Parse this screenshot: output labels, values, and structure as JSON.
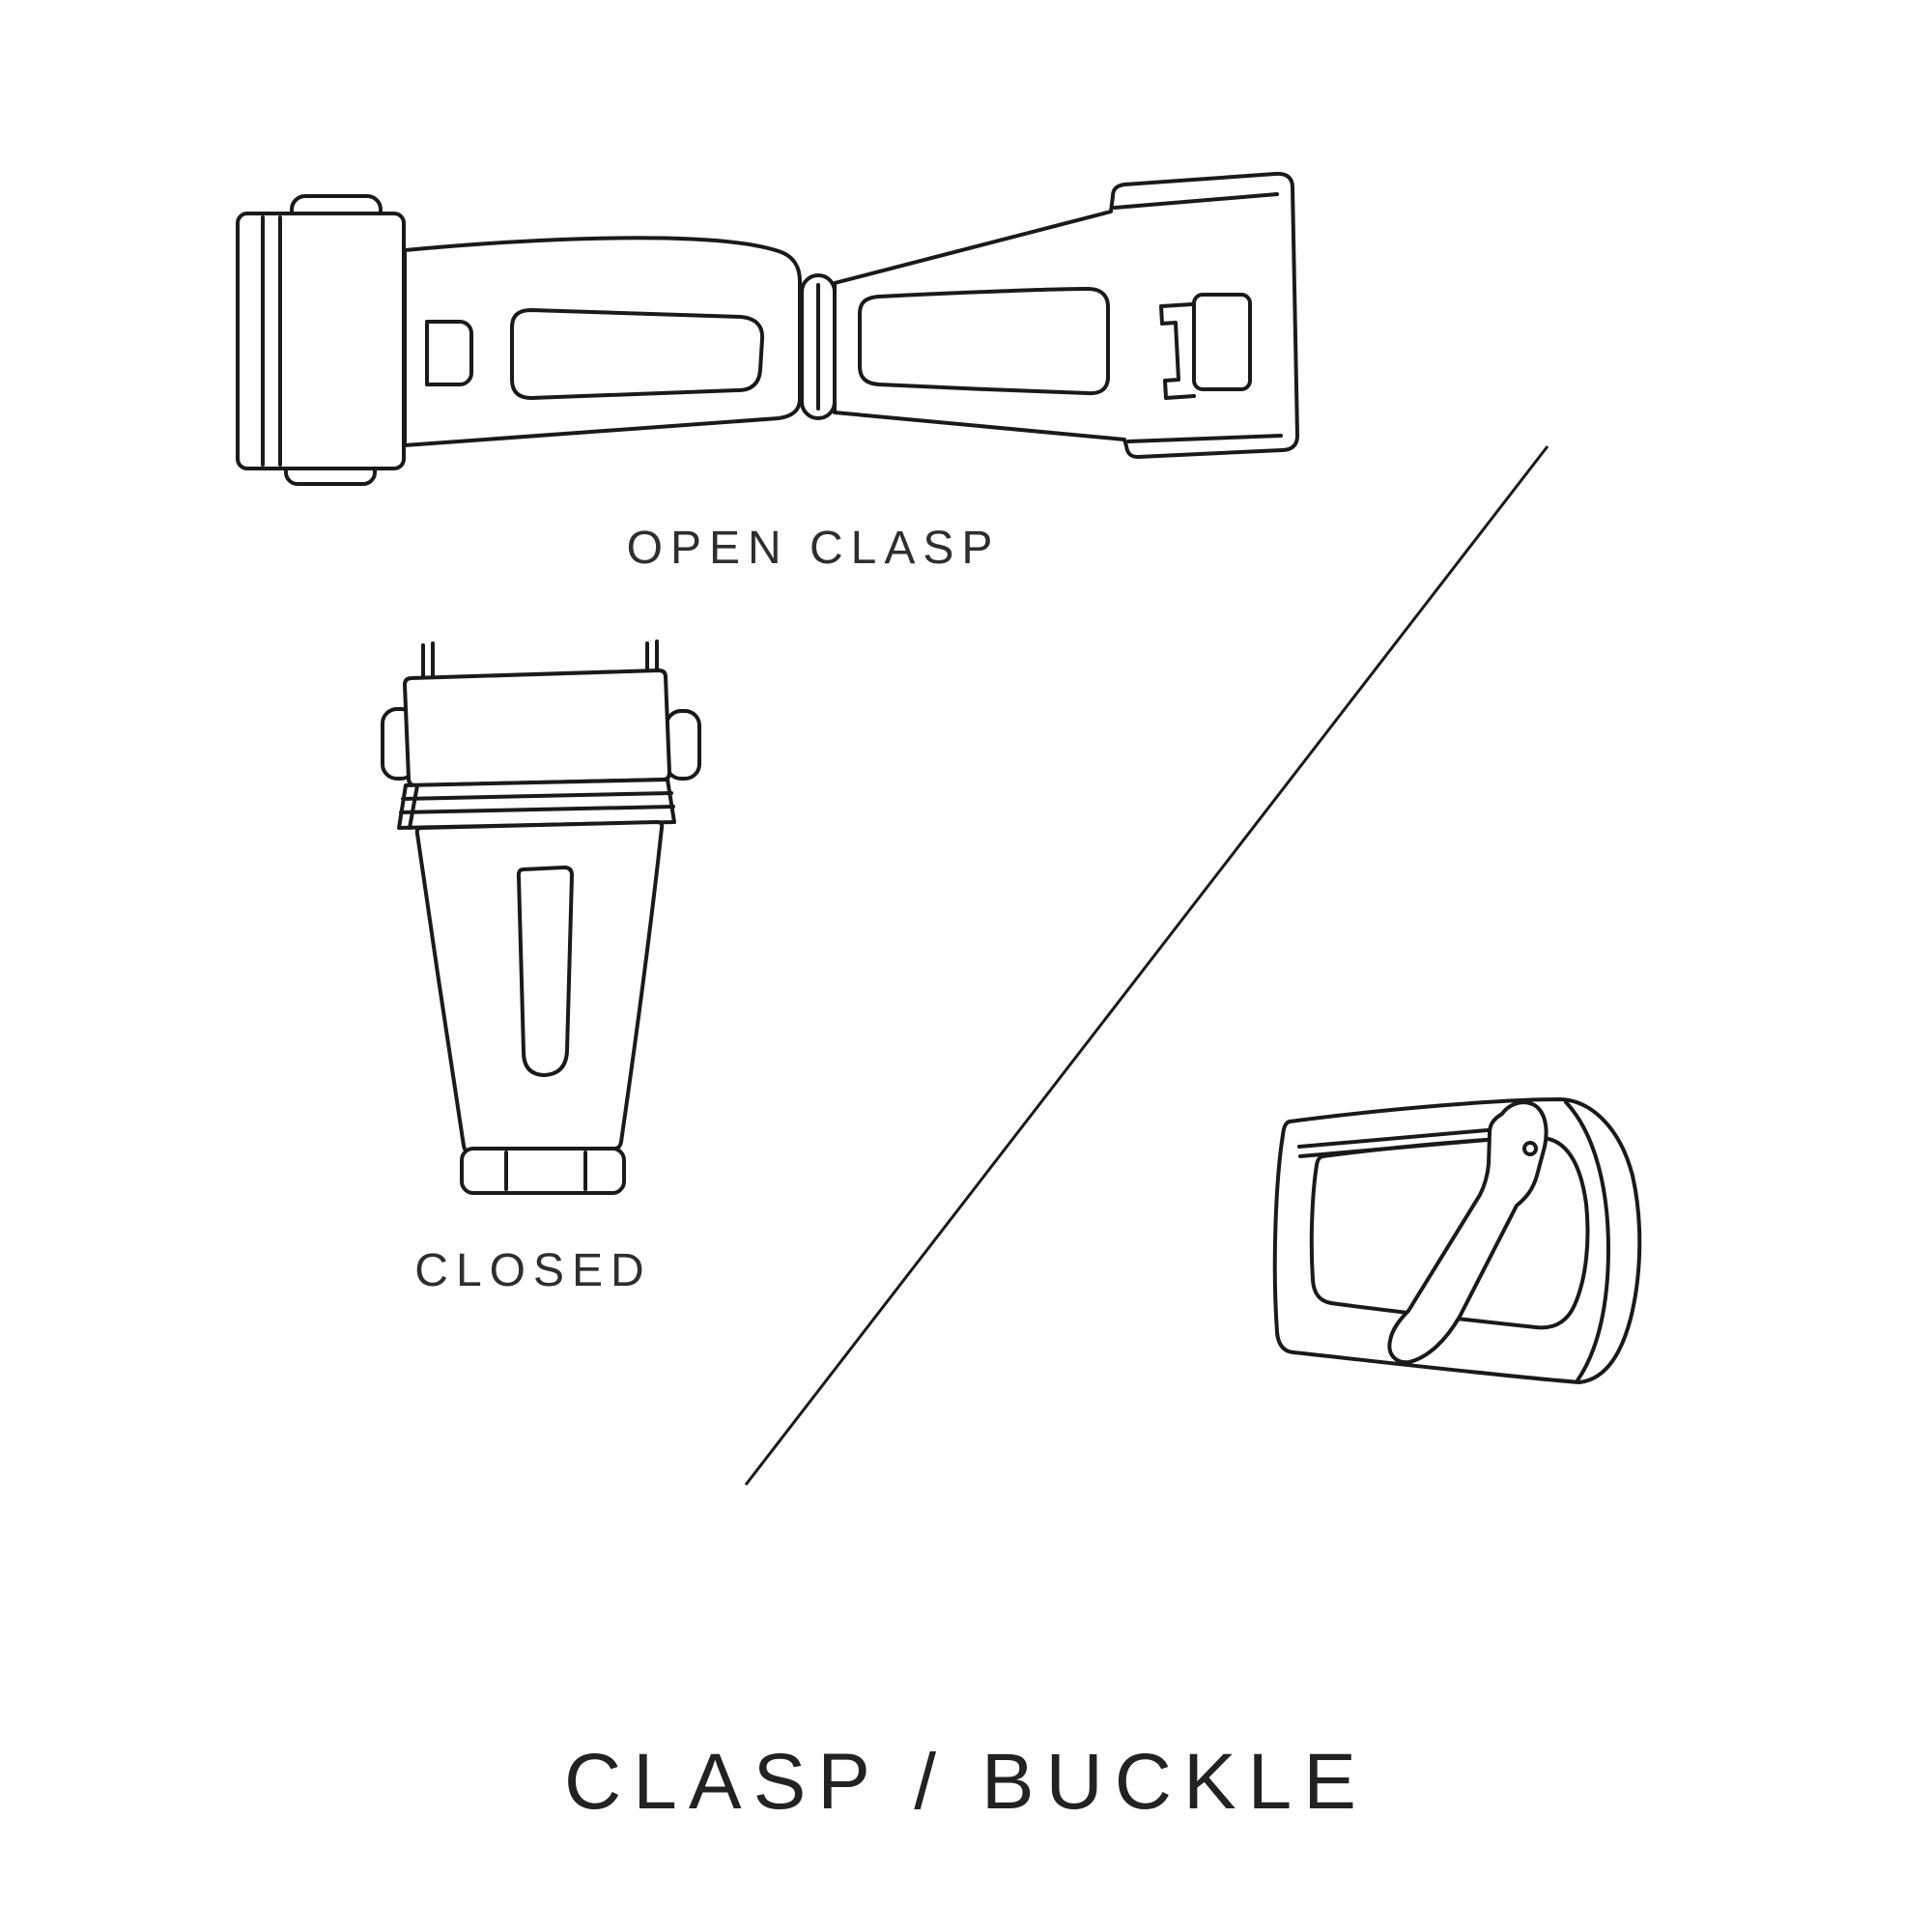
{
  "title": "CLASP / BUCKLE",
  "labels": {
    "open_clasp": "OPEN CLASP",
    "closed": "CLOSED"
  },
  "colors": {
    "background": "#ffffff",
    "line": "#1a1a1a",
    "text": "#2e2e2e"
  },
  "figures": [
    {
      "name": "open-clasp-illustration",
      "caption": "OPEN CLASP"
    },
    {
      "name": "closed-clasp-illustration",
      "caption": "CLOSED"
    },
    {
      "name": "buckle-illustration",
      "caption": ""
    }
  ]
}
